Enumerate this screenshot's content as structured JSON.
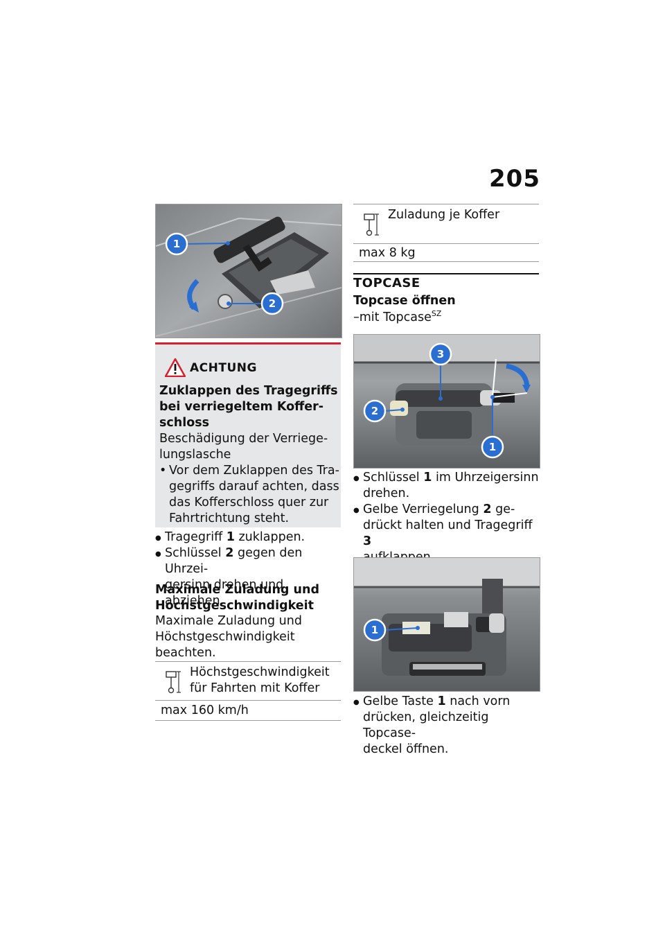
{
  "page": {
    "number": "205"
  },
  "figure_1": {
    "callouts": [
      "1",
      "2"
    ]
  },
  "warning": {
    "title": "ACHTUNG",
    "heading": "Zuklappen des Tragegriffs bei verriegeltem Koffer­schloss",
    "heading_lines": [
      "Zuklappen des Tragegriffs",
      "bei verriegeltem Koffer-",
      "schloss"
    ],
    "consequence_lines": [
      "Beschädigung der Verriege-",
      "lungslasche"
    ],
    "action_lines": [
      "Vor dem Zuklappen des Tra-",
      "gegriffs darauf achten, dass",
      "das Kofferschloss quer zur",
      "Fahrtrichtung steht."
    ]
  },
  "left_steps": [
    {
      "lines": [
        "Tragegriff",
        "1",
        "zuklappen."
      ]
    },
    {
      "lines": [
        "Schlüssel",
        "2",
        "gegen den Uhrzei-",
        "gersinn drehen und abziehen."
      ]
    }
  ],
  "max_load": {
    "heading_lines": [
      "Maximale Zuladung und",
      "Höchstgeschwindigkeit"
    ],
    "body_lines": [
      "Maximale Zuladung und",
      "Höchstgeschwindigkeit",
      "beachten."
    ],
    "spec_label_lines": [
      "Höchstgeschwindigkeit",
      "für Fahrten mit Koffer"
    ],
    "spec_value": "max 160 km/h",
    "icon": "weight-spec-icon"
  },
  "load_per_case": {
    "spec_label": "Zuladung je Koffer",
    "spec_value": "max 8 kg",
    "icon": "weight-spec-icon"
  },
  "topcase": {
    "section_title": "TOPCASE",
    "subtitle": "Topcase öffnen",
    "condition": "–mit Topcase",
    "condition_sup": "SZ",
    "figure_2": {
      "callouts": [
        "1",
        "2",
        "3"
      ]
    },
    "steps_a": [
      {
        "pre": "Schlüssel",
        "num": "1",
        "post": "im Uhrzeigersinn",
        "line2": "drehen."
      },
      {
        "pre": "Gelbe Verriegelung",
        "num": "2",
        "post": "ge-",
        "line2": "drückt halten und Tragegriff",
        "num2": "3",
        "line3": "aufklappen."
      }
    ],
    "figure_3": {
      "callouts": [
        "1"
      ]
    },
    "steps_b": [
      {
        "pre": "Gelbe Taste",
        "num": "1",
        "post": "nach vorn",
        "line2": "drücken, gleichzeitig Topcase-",
        "line3": "deckel öffnen."
      }
    ]
  },
  "colors": {
    "callout": "#2b6ed1",
    "warning_rule": "#d42030",
    "warning_bg": "#e6e7e8"
  }
}
